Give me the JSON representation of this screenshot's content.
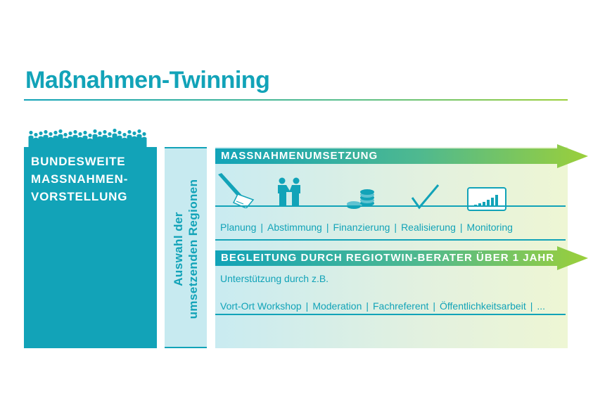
{
  "title": "Maßnahmen-Twinning",
  "left_box": {
    "lines": [
      "BUNDESWEITE",
      "MASSNAHMEN-",
      "VORSTELLUNG"
    ]
  },
  "middle_box": {
    "lines": [
      "Auswahl der",
      "umsetzenden Regionen"
    ]
  },
  "arrow_1": {
    "label": "MASSNAHMENUMSETZUNG"
  },
  "icons": [
    "pen-icon",
    "handshake-icon",
    "coins-icon",
    "checkmark-icon",
    "bar-chart-icon"
  ],
  "steps": [
    "Planung",
    "Abstimmung",
    "Finanzierung",
    "Realisierung",
    "Monitoring"
  ],
  "arrow_2": {
    "label": "BEGLEITUNG DURCH REGIOTWIN-BERATER ÜBER 1 JAHR"
  },
  "support": {
    "intro": "Unterstützung durch z.B.",
    "items": [
      "Vort-Ort Workshop",
      "Moderation",
      "Fachreferent",
      "Öffentlichkeitsarbeit",
      "..."
    ]
  },
  "colors": {
    "teal": "#12a3b8",
    "light_teal": "#c7eaf0",
    "green": "#9bcf3a"
  }
}
